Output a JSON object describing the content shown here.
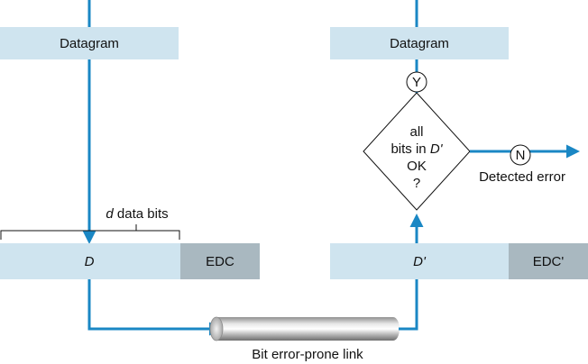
{
  "colors": {
    "box_fill": "#cfe4ef",
    "edc_fill": "#a9b8c0",
    "flow_line": "#1a87c4",
    "text": "#111111"
  },
  "sender": {
    "datagram_label": "Datagram",
    "data_bits_var": "d",
    "data_bits_text": " data bits",
    "d_label": "D",
    "edc_label": "EDC"
  },
  "link": {
    "label": "Bit error-prone link"
  },
  "receiver": {
    "datagram_label": "Datagram",
    "yes_label": "Y",
    "no_label": "N",
    "decision_line1": "all",
    "decision_line2_prefix": "bits in ",
    "decision_line2_var": "D'",
    "decision_line3": "OK",
    "decision_line4": "?",
    "detected_error_label": "Detected error",
    "d_prime_label": "D'",
    "edc_prime_label": "EDC'"
  }
}
